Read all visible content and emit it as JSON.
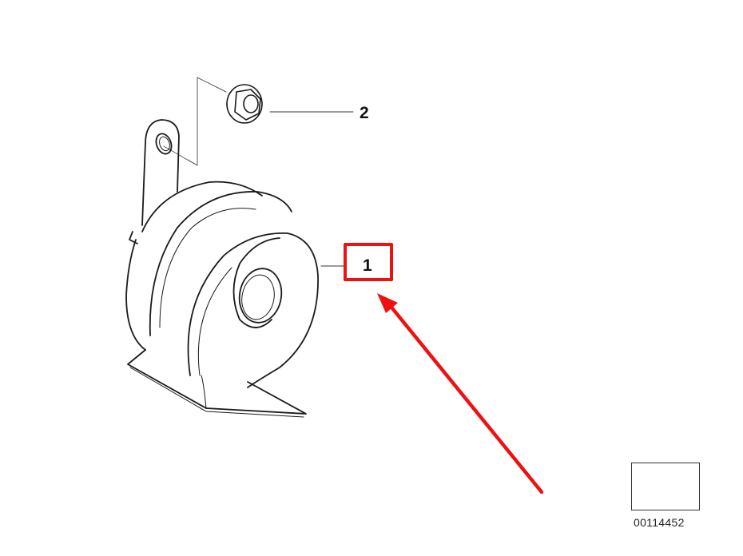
{
  "diagram": {
    "type": "exploded-parts-diagram",
    "subject": "horn assembly",
    "parts": [
      {
        "number": "1",
        "name": "horn",
        "highlighted": true
      },
      {
        "number": "2",
        "name": "hex flange nut",
        "highlighted": false
      }
    ],
    "reference_number": "00114452",
    "annotation": {
      "type": "arrow",
      "color": "#ee1111",
      "points_to": "1"
    },
    "colors": {
      "line": "#222222",
      "highlight": "#ee1111",
      "background": "#ffffff"
    }
  }
}
